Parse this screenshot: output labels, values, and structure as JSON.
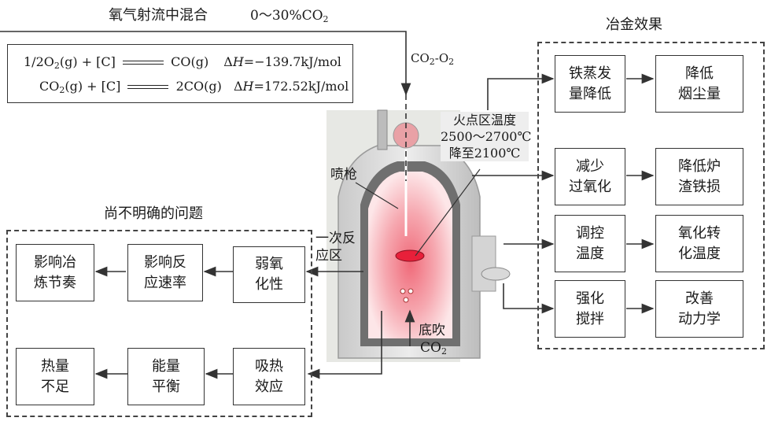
{
  "top_label": "氧气射流中混合",
  "top_range": "0～30%CO",
  "top_range_sub": "2",
  "equations": [
    {
      "lhs_a": "1/2O",
      "lhs_sub": "2",
      "lhs_b": "(g) + [C]",
      "rhs": "CO(g)",
      "dh_label": "Δ",
      "dh_var": "H",
      "dh_value": "=−139.7kJ/mol"
    },
    {
      "lhs_a": "CO",
      "lhs_sub": "2",
      "lhs_b": "(g) + [C]",
      "rhs": "2CO(g)",
      "dh_label": "Δ",
      "dh_var": "H",
      "dh_value": "=172.52kJ/mol"
    }
  ],
  "gas_label_a": "CO",
  "gas_label_sub": "2",
  "gas_label_b": "-O",
  "gas_label_sub2": "2",
  "hot_zone": {
    "line1": "火点区温度",
    "line2": "2500～2700℃",
    "line3": "降至2100℃"
  },
  "lance_label": "喷枪",
  "reaction_zone_line1": "一次反",
  "reaction_zone_line2": "应区",
  "bottom_blow_label": "底吹",
  "bottom_blow_gas": "CO",
  "bottom_blow_sub": "2",
  "left_section_title": "尚不明确的问题",
  "right_section_title": "冶金效果",
  "left_boxes": {
    "weak_oxidation": [
      "弱氧",
      "化性"
    ],
    "reaction_rate": [
      "影响反",
      "应速率"
    ],
    "smelting_rhythm": [
      "影响冶",
      "炼节奏"
    ],
    "endothermic": [
      "吸热",
      "效应"
    ],
    "energy_balance": [
      "能量",
      "平衡"
    ],
    "heat_shortage": [
      "热量",
      "不足"
    ]
  },
  "right_rows": [
    {
      "cause": [
        "铁蒸发",
        "量降低"
      ],
      "effect": [
        "降低",
        "烟尘量"
      ]
    },
    {
      "cause": [
        "减少",
        "过氧化"
      ],
      "effect": [
        "降低炉",
        "渣铁损"
      ]
    },
    {
      "cause": [
        "调控",
        "温度"
      ],
      "effect": [
        "氧化转",
        "化温度"
      ]
    },
    {
      "cause": [
        "强化",
        "搅拌"
      ],
      "effect": [
        "改善",
        "动力学"
      ]
    }
  ],
  "colors": {
    "line": "#333333",
    "vessel_glow": "#f07a86",
    "tag_bg": "#eeeeee"
  }
}
